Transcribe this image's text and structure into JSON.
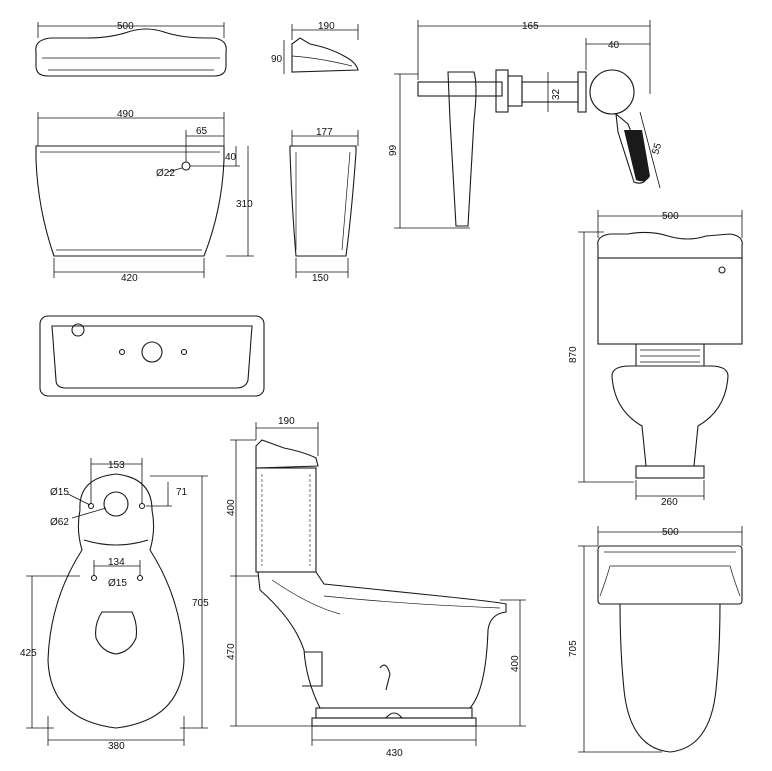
{
  "labels": {
    "cistern_lid_width": "500",
    "lid_depth": "190",
    "lid_height": "90",
    "lever_length": "165",
    "lever_bolt": "40",
    "lever_thread": "32",
    "lever_drop": "99",
    "lever_handle": "55",
    "cistern_width": "490",
    "inlet_offset": "65",
    "inlet_height": "40",
    "inlet_dia": "Ø22",
    "cistern_height": "310",
    "cistern_base": "420",
    "cistern_depth": "177",
    "cistern_base_depth": "150",
    "front_width": "500",
    "front_height": "870",
    "front_base": "260",
    "top_width": "500",
    "top_length": "705",
    "pan_hole_span": "153",
    "pan_hole_dia": "Ø15",
    "pan_hole_offset": "71",
    "pan_outlet_dia": "Ø62",
    "seat_hole_span": "134",
    "seat_hole_dia": "Ø15",
    "plan_length": "705",
    "plan_rear": "425",
    "plan_width": "380",
    "side_depth": "190",
    "side_cistern_height": "400",
    "side_pan_height": "470",
    "side_rim_height": "400",
    "side_base": "430"
  }
}
